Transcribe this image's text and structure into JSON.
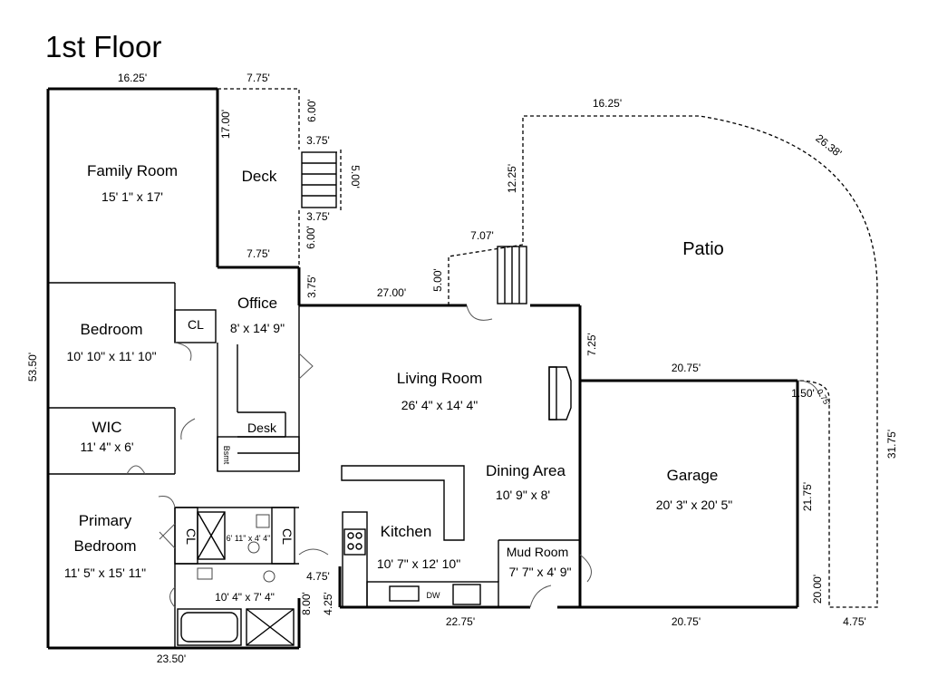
{
  "title": "1st Floor",
  "rooms": {
    "family_room": {
      "name": "Family Room",
      "size": "15' 1\" x 17'"
    },
    "deck": {
      "name": "Deck"
    },
    "office": {
      "name": "Office",
      "size": "8' x 14' 9\""
    },
    "bedroom": {
      "name": "Bedroom",
      "size": "10' 10\" x 11' 10\""
    },
    "closet_bedroom": {
      "name": "CL"
    },
    "wic": {
      "name": "WIC",
      "size": "11' 4\" x 6'"
    },
    "desk": {
      "name": "Desk"
    },
    "bsmt": {
      "name": "Bsmt"
    },
    "primary_bedroom": {
      "line1": "Primary",
      "line2": "Bedroom",
      "size": "11' 5\" x 15' 11\""
    },
    "closet_primary": {
      "name": "CL"
    },
    "closet_bath": {
      "name": "CL"
    },
    "bath_small": {
      "size": "6' 11\" x 4' 4\""
    },
    "bath_primary": {
      "size": "10' 4\" x 7' 4\""
    },
    "living_room": {
      "name": "Living Room",
      "size": "26' 4\" x 14' 4\""
    },
    "dining_area": {
      "name": "Dining Area",
      "size": "10' 9\" x 8'"
    },
    "kitchen": {
      "name": "Kitchen",
      "size": "10' 7\" x 12' 10\""
    },
    "mud_room": {
      "name": "Mud Room",
      "size": "7' 7\" x 4' 9\""
    },
    "garage": {
      "name": "Garage",
      "size": "20' 3\" x 20' 5\""
    },
    "patio": {
      "name": "Patio"
    },
    "dw": {
      "name": "DW"
    }
  },
  "dimensions": {
    "top_family": "16.25'",
    "top_deck": "7.75'",
    "deck_side_upper": "17.00'",
    "stair_top_right": "6.00'",
    "stair_top": "3.75'",
    "stair_depth": "5.00'",
    "stair_bottom": "3.75'",
    "stair_bottom_right": "6.00'",
    "deck_bottom": "7.75'",
    "office_side": "3.75'",
    "living_top": "27.00'",
    "living_step": "5.00'",
    "patio_step_diag": "7.07'",
    "patio_left": "12.25'",
    "patio_top": "16.25'",
    "patio_arc": "26.38'",
    "patio_right": "31.75'",
    "patio_inner": "20.00'",
    "patio_bottom": "4.75'",
    "garage_top": "20.75'",
    "garage_side": "21.75'",
    "garage_bottom": "20.75'",
    "living_right": "7.25'",
    "corner_a": "1.50'",
    "corner_b": "0.75'",
    "left_total": "53.50'",
    "bottom_primary": "23.50'",
    "bottom_kitchen": "22.75'",
    "entry_top": "4.75'",
    "entry_left": "8.00'",
    "entry_bottom": "4.25'"
  }
}
